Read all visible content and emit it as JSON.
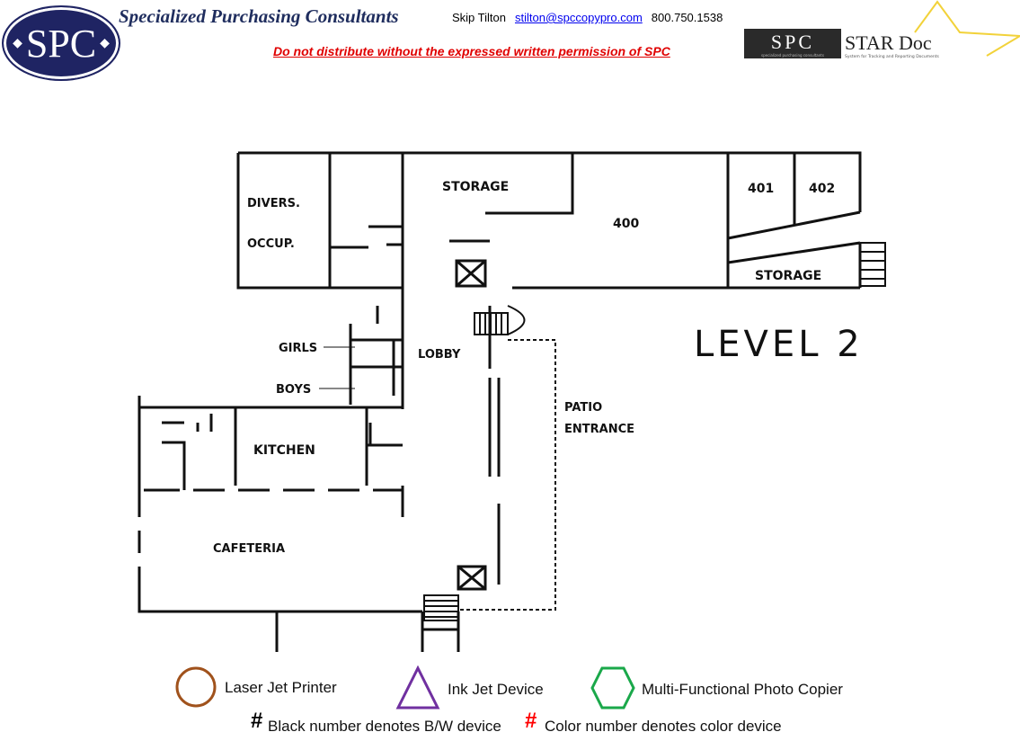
{
  "header": {
    "logo_text": "SPC",
    "company_name": "Specialized Purchasing Consultants",
    "contact_name": "Skip Tilton",
    "contact_email": "stilton@spccopypro.com",
    "contact_phone": "800.750.1538",
    "warning": "Do not distribute without the expressed written permission of SPC",
    "stardoc_logo": {
      "spc": "SPC",
      "title": "STAR Doc",
      "subtitle": "System for Tracking and Reporting Documents",
      "tagline": "specialized purchasing consultants"
    }
  },
  "floorplan": {
    "level_title": "LEVEL 2",
    "rooms": {
      "divers": "DIVERS.",
      "occup": "OCCUP.",
      "storage_top": "STORAGE",
      "room_400": "400",
      "room_401": "401",
      "room_402": "402",
      "storage_right": "STORAGE",
      "girls": "GIRLS",
      "boys": "BOYS",
      "lobby": "LOBBY",
      "patio": "PATIO",
      "entrance": "ENTRANCE",
      "kitchen": "KITCHEN",
      "cafeteria": "CAFETERIA"
    }
  },
  "legend": {
    "laser": "Laser Jet Printer",
    "inkjet": "Ink Jet Device",
    "mfp": "Multi-Functional Photo Copier",
    "hash_symbol": "#",
    "bw_note": "Black number denotes B/W device",
    "color_note": "Color number denotes color device",
    "colors": {
      "laser": "#a0521c",
      "inkjet": "#7030a0",
      "mfp": "#1aa84a",
      "color_hash": "#ff0000"
    }
  }
}
